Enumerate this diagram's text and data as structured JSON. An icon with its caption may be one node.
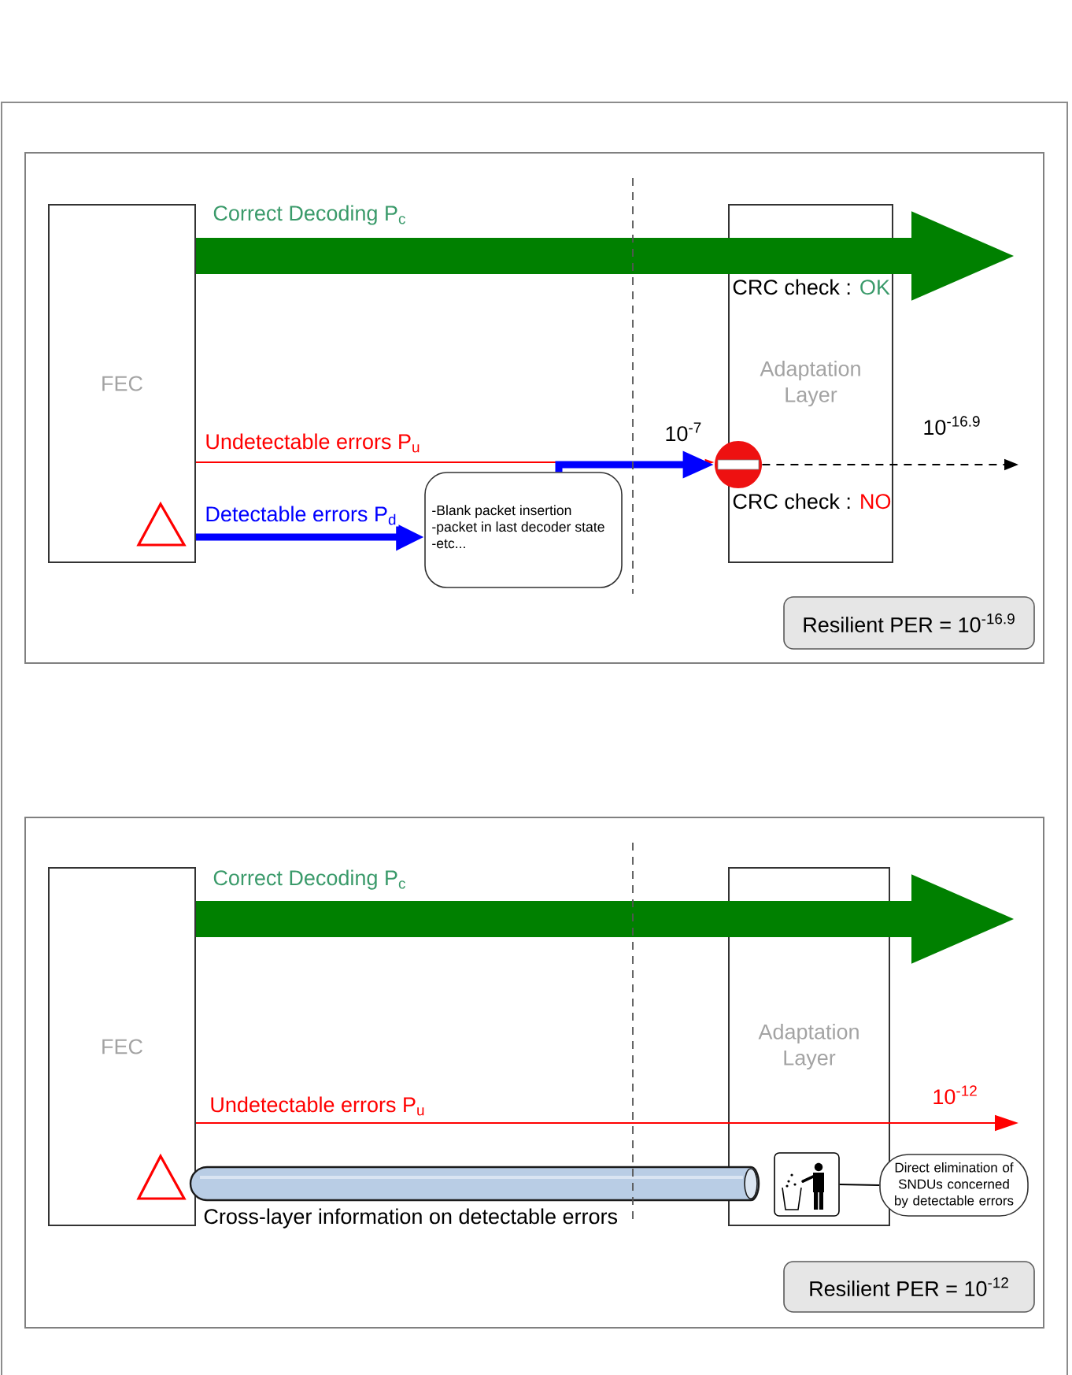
{
  "diagram": {
    "nodes": [
      {
        "text": [],
        "shape": "box"
      },
      {
        "text": [
          "FEC"
        ],
        "in": 0
      },
      {
        "text": [
          "CRC check : OK",
          "Adaptation Layer",
          "CRC check : NO"
        ],
        "in": 0
      },
      {
        "text": [
          "-Blank packet insertion",
          "-packet in last decoder state",
          "-etc..."
        ],
        "in": 0
      },
      {
        "text": [],
        "shape": "circle",
        "in": 0
      },
      {
        "text": [
          "Resilient PER = 10$^{-16.9}$"
        ],
        "in": 0
      },
      {
        "text": [],
        "shape": "box"
      },
      {
        "text": [
          "FEC"
        ],
        "in": 6
      },
      {
        "text": [
          "Adaptation Layer"
        ],
        "in": 6
      },
      {
        "text": [],
        "shape": "cylinder",
        "in": 6,
        "beside": [
          "Cross-layer information on detectable errors"
        ]
      },
      {
        "text": [],
        "shape": "picture",
        "in": 8
      },
      {
        "text": [
          "Direct elimination of SNDUs concerned by detectable errors"
        ],
        "in": 6
      },
      {
        "text": [
          "Resilient PER = 10$^{-12}$"
        ],
        "in": 6
      }
    ],
    "edges": [
      {
        "from": 1,
        "to": null,
        "arrow": "to",
        "label": "Correct Decoding P$_{c}$",
        "style": "thick",
        "color": "#008000"
      },
      {
        "from": 1,
        "to": 4,
        "arrow": "to",
        "label": "Undetectable errors P$_{u}$",
        "color": "#ff0000"
      },
      {
        "from": 1,
        "to": 3,
        "arrow": "to",
        "label": "Detectable errors P$_{d}$",
        "style": "thick",
        "color": "#0000ff"
      },
      {
        "from": 3,
        "to": 4,
        "arrow": "to",
        "label": "10$^{-7}$",
        "style": "thick",
        "color": "#0000ff"
      },
      {
        "from": 4,
        "to": null,
        "arrow": "to",
        "label": "10$^{-16.9}$",
        "style": "dashed",
        "color": "#000000"
      },
      {
        "from": 7,
        "to": null,
        "arrow": "to",
        "label": "Correct Decoding P$_{c}$",
        "style": "thick",
        "color": "#008000"
      },
      {
        "from": 7,
        "to": null,
        "arrow": "to",
        "label": "10$^{-12}$",
        "color": "#ff0000"
      },
      {
        "from": 10,
        "to": 11,
        "arrow": "none",
        "color": "#000000"
      }
    ],
    "labels": [
      "Undetectable errors P$_{u}$"
    ]
  }
}
